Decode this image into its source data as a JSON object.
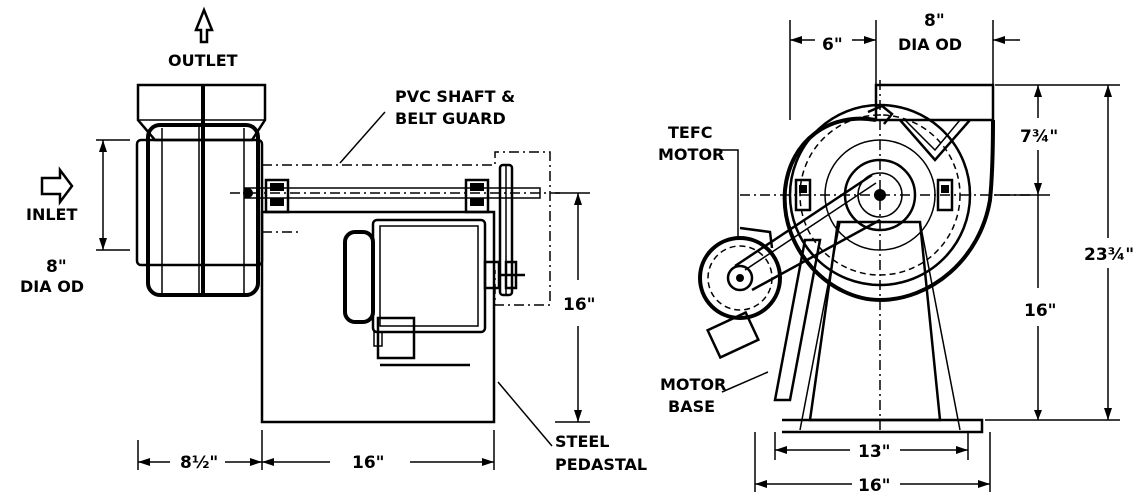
{
  "side_view": {
    "outlet_label": "OUTLET",
    "inlet_label": "INLET",
    "inlet_dia_value": "8\"",
    "inlet_dia_unit": "DIA OD",
    "guard_label_line1": "PVC SHAFT &",
    "guard_label_line2": "BELT GUARD",
    "pedestal_label_line1": "STEEL",
    "pedestal_label_line2": "PEDASTAL",
    "dim_height": "16\"",
    "dim_housing_width": "8½\"",
    "dim_base_length": "16\""
  },
  "front_view": {
    "outlet_offset": "6\"",
    "outlet_dia_value": "8\"",
    "outlet_dia_unit": "DIA OD",
    "motor_label_line1": "TEFC",
    "motor_label_line2": "MOTOR",
    "base_label_line1": "MOTOR",
    "base_label_line2": "BASE",
    "dim_outlet_height": "7¾\"",
    "dim_total_height": "23¾\"",
    "dim_shaft_height": "16\"",
    "dim_base_inner": "13\"",
    "dim_base_outer": "16\""
  }
}
